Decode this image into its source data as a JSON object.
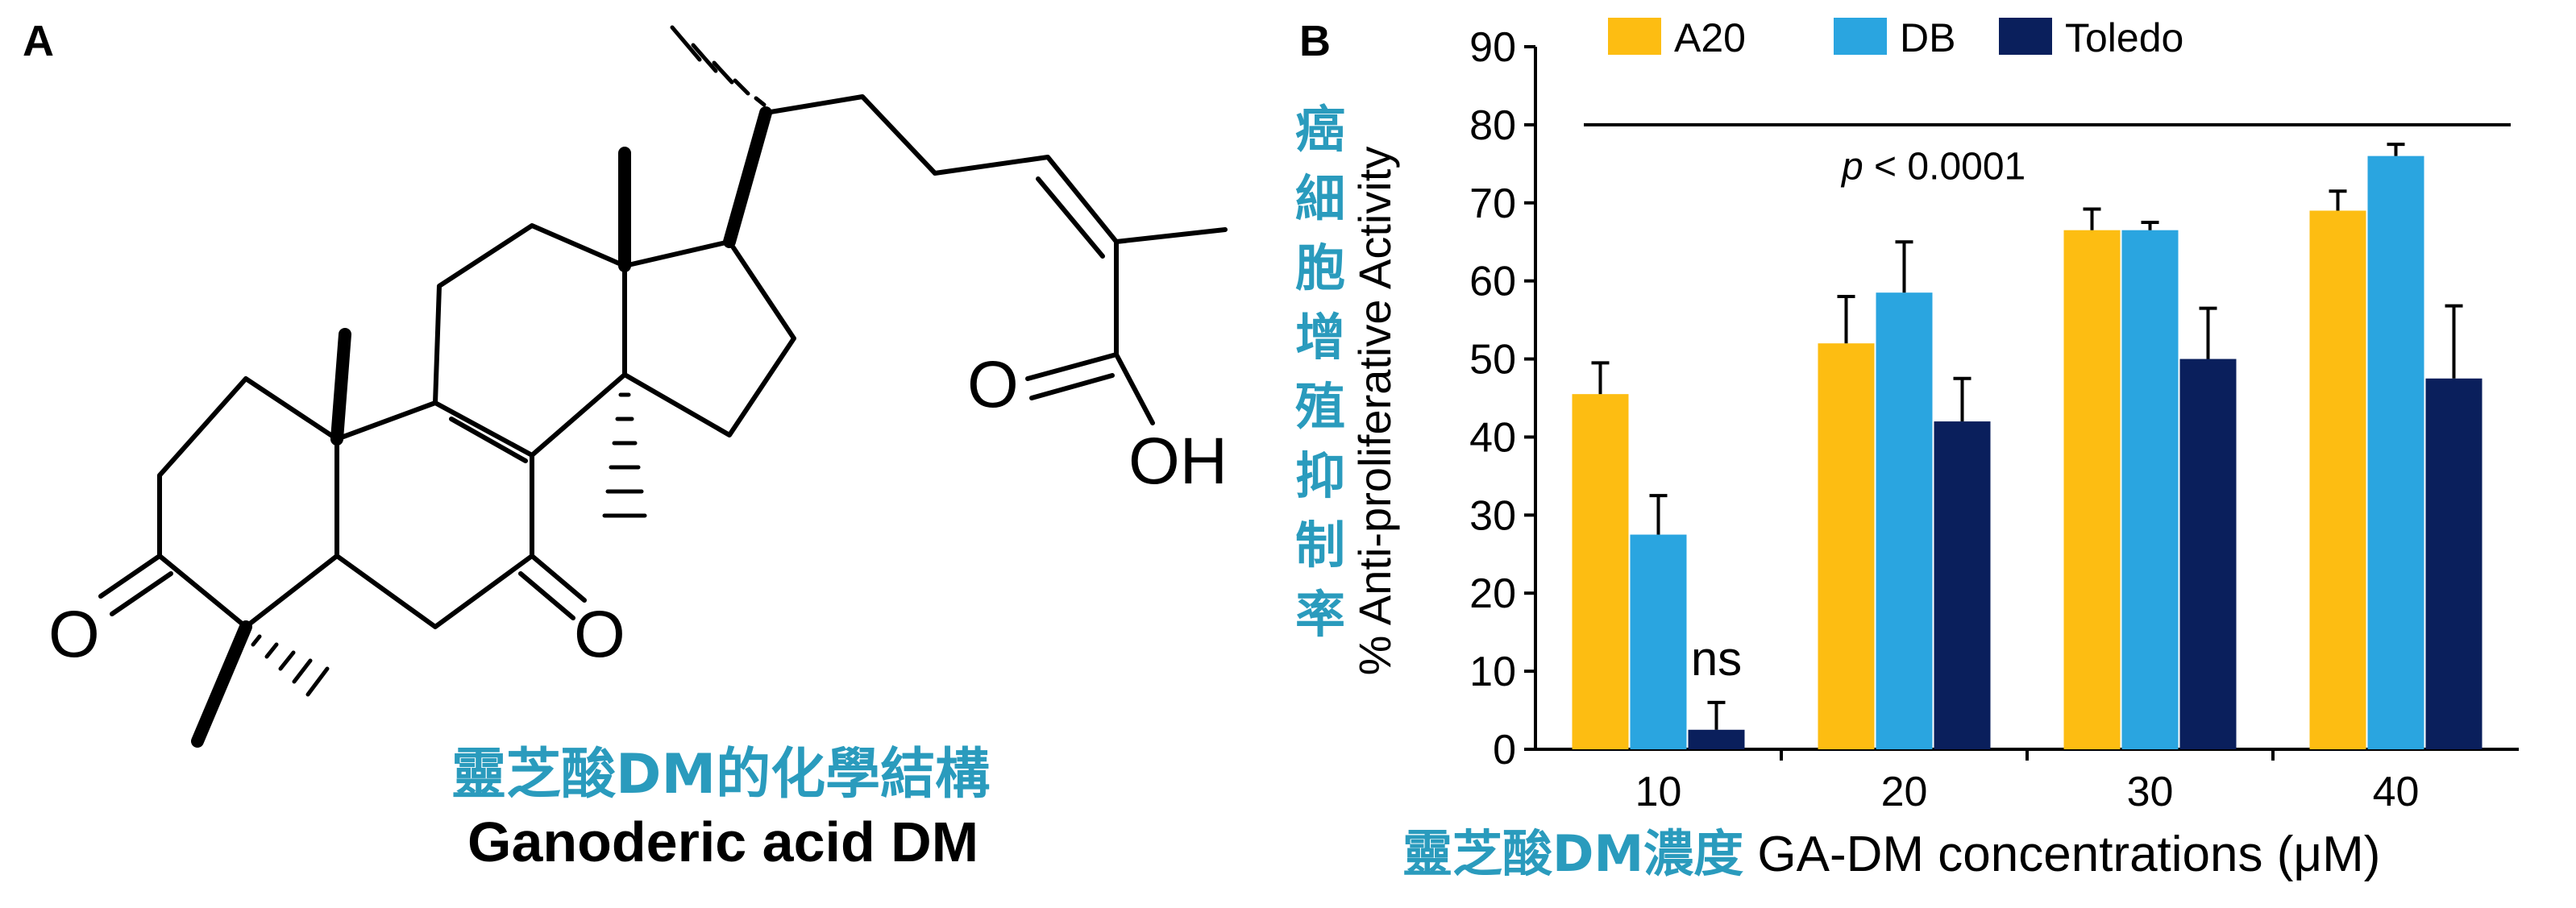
{
  "panel_a": {
    "letter": "A",
    "caption_zh": "靈芝酸DM的化學結構",
    "caption_en": "Ganoderic acid DM",
    "atom_labels": {
      "ketone_3": "O",
      "ketone_7": "O",
      "carbonyl": "O",
      "hydroxyl": "OH"
    }
  },
  "panel_b": {
    "letter": "B",
    "ylabel_zh": "癌細胞增殖抑制率",
    "xlabel_zh": "靈芝酸DM濃度",
    "xlabel_en": "GA-DM concentrations (μM)"
  },
  "colors": {
    "A20": "#fdbd12",
    "DB": "#2aa5e0",
    "Toledo": "#0a1f5c",
    "caption_blue": "#2a9bbd"
  },
  "chart_data": {
    "type": "bar",
    "categories": [
      "10",
      "20",
      "30",
      "40"
    ],
    "series": [
      {
        "name": "A20",
        "values": [
          45.5,
          52,
          66.5,
          69
        ],
        "errors": [
          4,
          6,
          2.7,
          2.5
        ]
      },
      {
        "name": "DB",
        "values": [
          27.5,
          58.5,
          66.5,
          76
        ],
        "errors": [
          5,
          6.5,
          1,
          1.5
        ]
      },
      {
        "name": "Toledo",
        "values": [
          2.5,
          42,
          50,
          47.5
        ],
        "errors": [
          3.5,
          5.5,
          6.5,
          9.3
        ]
      }
    ],
    "ylabel": "% Anti-proliferative Activity",
    "xlabel": "GA-DM concentrations (μM)",
    "ylim": [
      0,
      90
    ],
    "yticks": [
      0,
      10,
      20,
      30,
      40,
      50,
      60,
      70,
      80,
      90
    ],
    "legend": "top",
    "grid": false,
    "annotations": {
      "significance": "p < 0.0001",
      "significance_italic": "p",
      "significance_rest": " < 0.0001",
      "ns_label": "ns"
    }
  }
}
